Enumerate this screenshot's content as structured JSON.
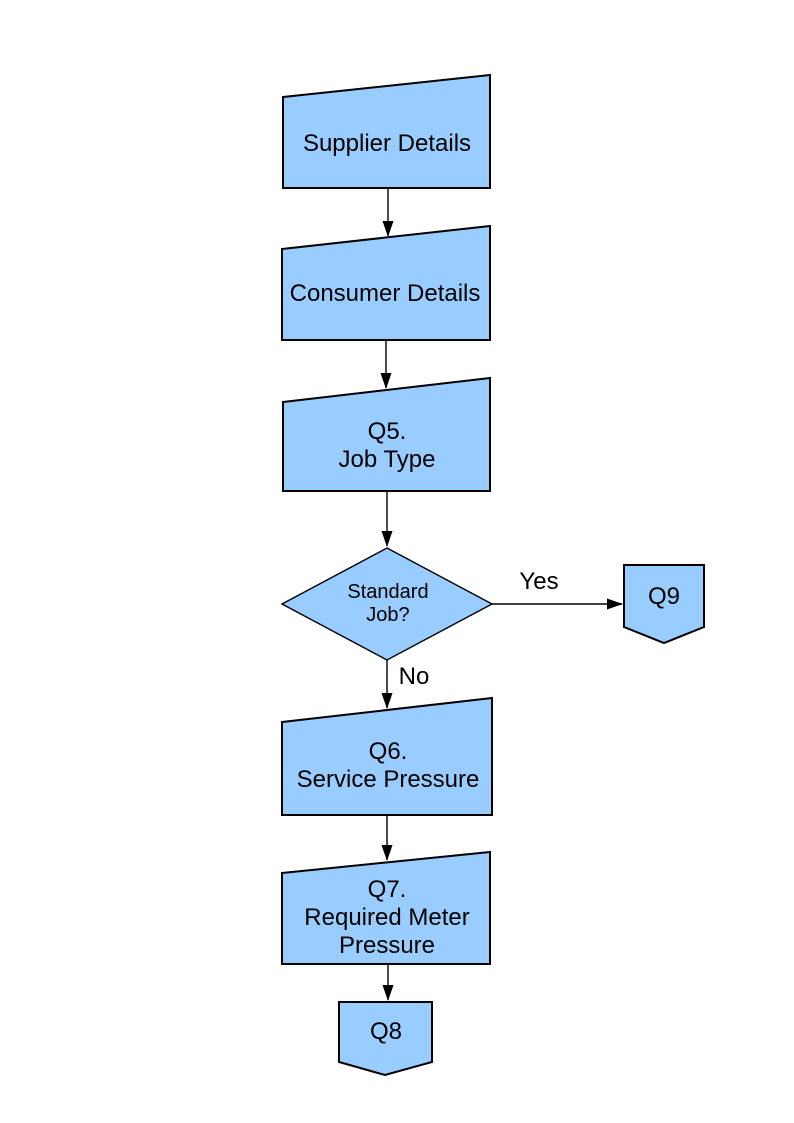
{
  "diagram": {
    "node_fill_color": "#99CCFF",
    "node_border_color": "#000000",
    "connector_color": "#000000",
    "nodes": {
      "supplier": {
        "label": "Supplier Details",
        "shape": "manual-input"
      },
      "consumer": {
        "label": "Consumer Details",
        "shape": "manual-input"
      },
      "q5": {
        "label": "Q5.\nJob Type",
        "shape": "manual-input"
      },
      "standard_job": {
        "label": "Standard\nJob?",
        "shape": "decision"
      },
      "q9": {
        "label": "Q9",
        "shape": "off-page-connector"
      },
      "q6": {
        "label": "Q6.\nService Pressure",
        "shape": "manual-input"
      },
      "q7": {
        "label": "Q7.\nRequired Meter\nPressure",
        "shape": "manual-input"
      },
      "q8": {
        "label": "Q8",
        "shape": "off-page-connector"
      }
    },
    "branch_labels": {
      "yes": "Yes",
      "no": "No"
    }
  }
}
